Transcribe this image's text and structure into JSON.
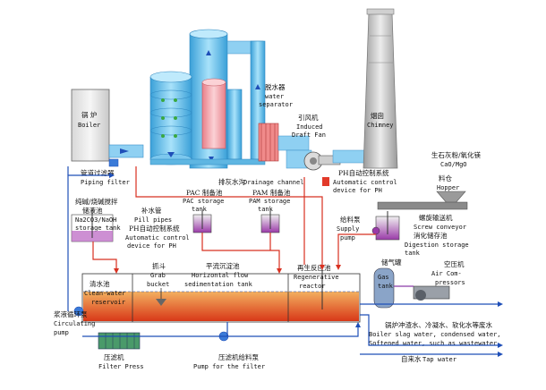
{
  "labels": {
    "boiler_cn": "锅 炉",
    "boiler_en": "Boiler",
    "piping_filter_cn": "管道过滤器",
    "piping_filter_en": "Piping filter",
    "dewater_cn": "脱水器",
    "dewater_en1": "water",
    "dewater_en2": "separator",
    "fan_cn": "引风机",
    "fan_en1": "Induced",
    "fan_en2": "Draft Fan",
    "chimney_cn": "烟囱",
    "chimney_en": "Chimney",
    "drain_cn": "排灰水沟",
    "drain_en": "Drainage channel",
    "ph_auto_cn": "PH自动控制系统",
    "ph_auto_en1": "Automatic control",
    "ph_auto_en2": "device for PH",
    "lime_cn": "生石灰粉/氧化镁",
    "lime_en": "CaO/MgO",
    "hopper_cn": "料仓",
    "hopper_en": "Hopper",
    "screw_cn": "螺旋输送机",
    "screw_en": "Screw conveyor",
    "digest_cn": "消化储存池",
    "digest_en1": "Digestion storage",
    "digest_en2": "tank",
    "supply_cn": "给料泵",
    "supply_en1": "Supply",
    "supply_en2": "pump",
    "pac_cn": "PAC 制备池",
    "pac_en1": "PAC storage",
    "pac_en2": "tank",
    "pam_cn": "PAM 制备池",
    "pam_en1": "PAM storage",
    "pam_en2": "tank",
    "alkali_cn1": "纯碱/烧碱搅拌",
    "alkali_cn2": "储液池",
    "alkali_en1": "Na2CO3/NaOH",
    "alkali_en2": "storage tank",
    "pill_cn": "补水管",
    "pill_en": "Pill pipes",
    "ph_left_cn": "PH自动控制系统",
    "ph_left_en1": "Automatic control",
    "ph_left_en2": "device for PH",
    "grab_cn": "抓斗",
    "grab_en1": "Grab",
    "grab_en2": "bucket",
    "sed_cn": "平流沉淀池",
    "sed_en1": "Horizontal flow",
    "sed_en2": "sedimentation tank",
    "regen_cn": "再生反应池",
    "regen_en1": "Regenerative",
    "regen_en2": "reactor",
    "clean_cn": "清水池",
    "clean_en1": "Clean-water",
    "clean_en2": "reservoir",
    "gas_cn": "储气罐",
    "gas_en1": "Gas",
    "gas_en2": "tank",
    "aircomp_cn": "空压机",
    "aircomp_en1": "Air Com-",
    "aircomp_en2": "pressors",
    "circ_cn": "浆液循环泵",
    "circ_en1": "Circulating",
    "circ_en2": "pump",
    "press_cn": "压滤机",
    "press_en": "Filter Press",
    "pumpfilter_cn": "压滤机给料泵",
    "pumpfilter_en": "Pump for the filter",
    "boilerslag_cn": "锅炉冲渣水、冷凝水、软化水等废水",
    "boilerslag_en1": "Boiler slag water, condensed water,",
    "boilerslag_en2": "Softened water, such as wastewater",
    "tapwater_cn": "自来水",
    "tapwater_en": "Tap water"
  },
  "colors": {
    "pipe_blue": "#1f4fb8",
    "pipe_red": "#d83020",
    "tower_blue": "#6ec6ee",
    "tank_red": "#e04818",
    "chimney_gray": "#bfbfbf"
  }
}
